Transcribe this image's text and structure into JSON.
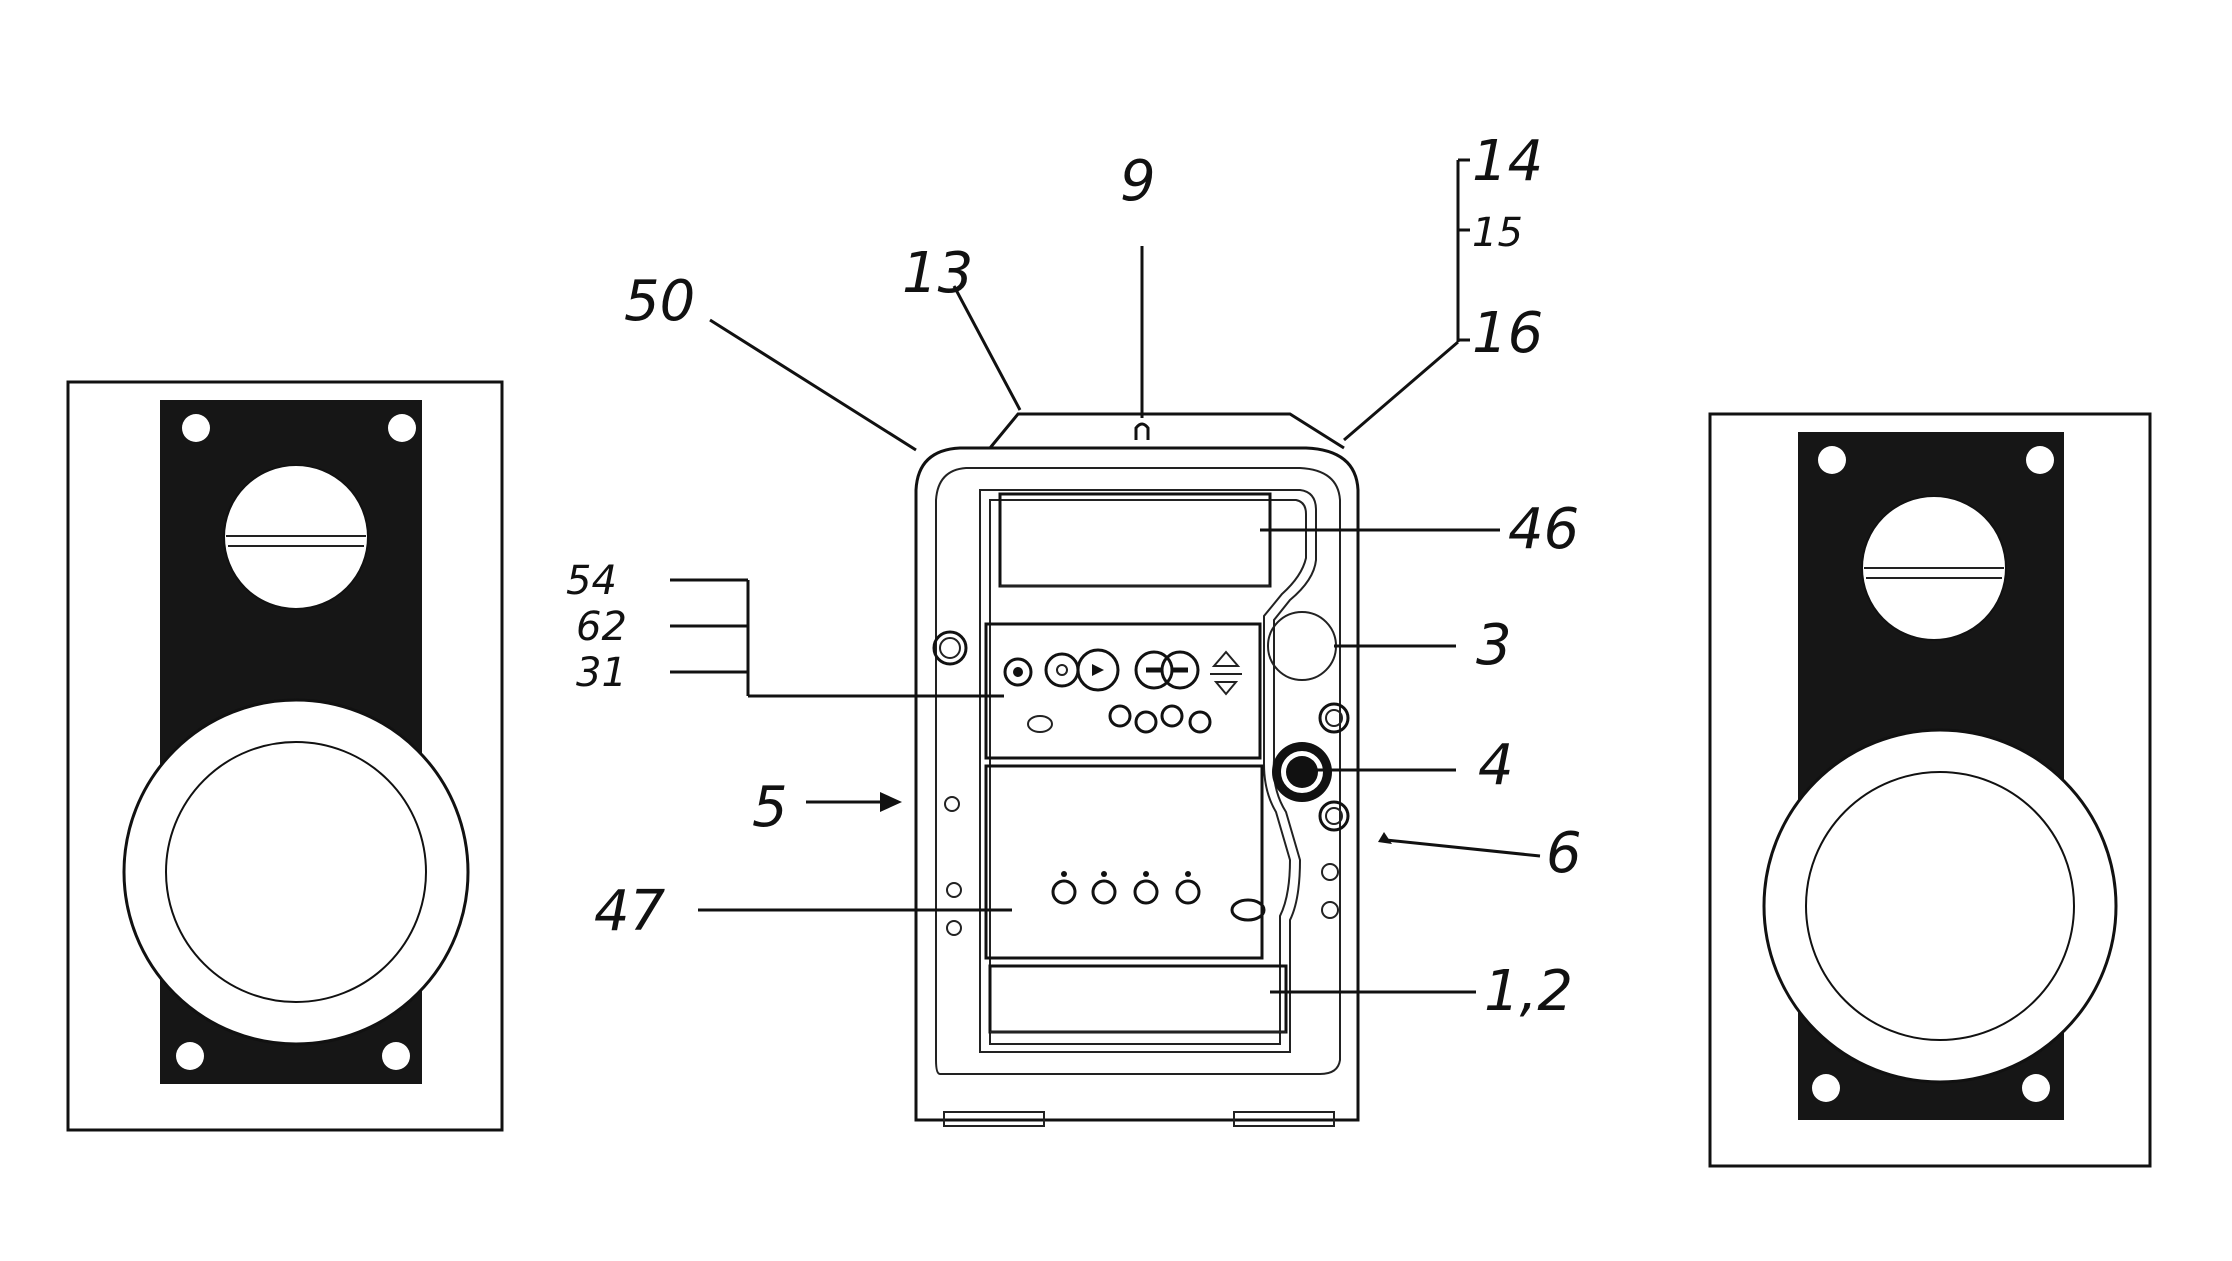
{
  "labels": {
    "l50": "50",
    "l13": "13",
    "l9": "9",
    "l14": "14",
    "l15": "15",
    "l16": "16",
    "l46": "46",
    "l54": "54",
    "l62": "62",
    "l31": "31",
    "l3": "3",
    "l4": "4",
    "l5": "5",
    "l6": "6",
    "l47": "47",
    "l12": "1,2"
  },
  "colors": {
    "ink": "#111111",
    "speaker_panel": "#161616",
    "paper": "#ffffff"
  }
}
